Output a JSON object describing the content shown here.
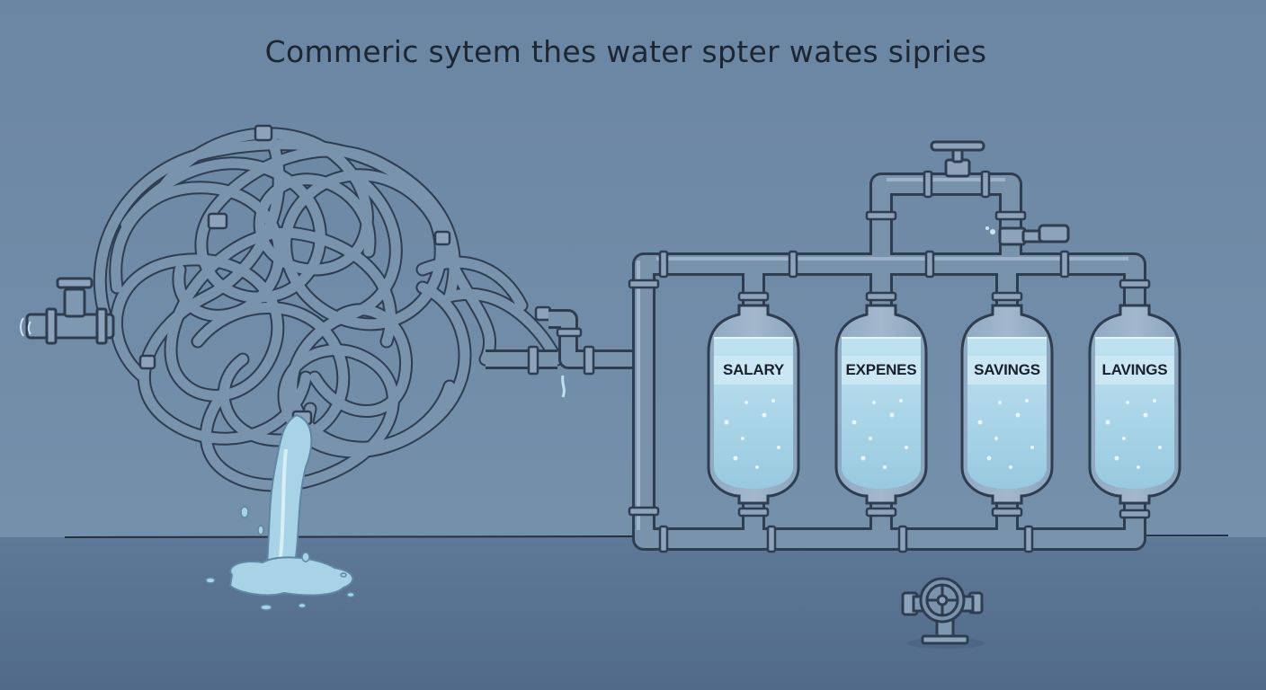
{
  "title": "Commeric sytem thes water spter wates sipries",
  "tanks": [
    {
      "label": "SALARY"
    },
    {
      "label": "EXPENES"
    },
    {
      "label": "SAVINGS"
    },
    {
      "label": "LAVINGS"
    }
  ],
  "colors": {
    "wall": "#6f8aa6",
    "floor": "#5b7594",
    "pipe": "#7a93ad",
    "pipe_outline": "#2e3d50",
    "water": "#a8d3e6",
    "water_light": "#cde8f3"
  },
  "icons": [
    "tangled-hose-icon",
    "faucet-icon",
    "valve-icon",
    "pressure-wheel-icon",
    "water-splash-icon"
  ]
}
